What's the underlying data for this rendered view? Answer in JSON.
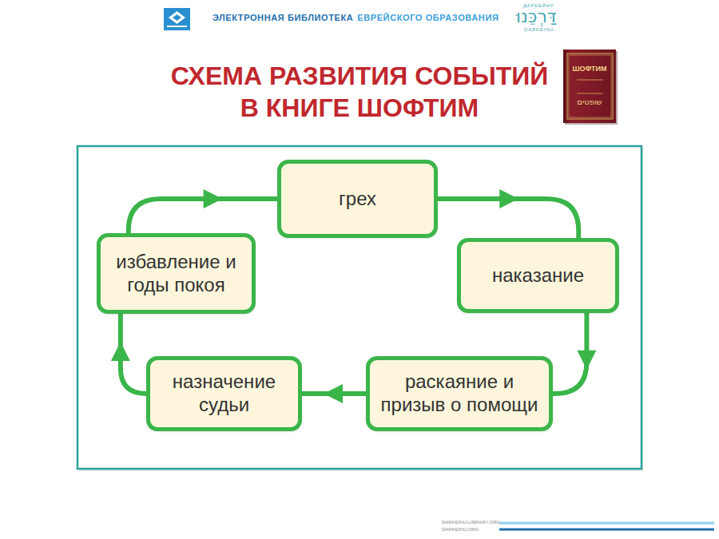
{
  "diagram": {
    "title": "СХЕМА РАЗВИТИЯ СОБЫТИЙ В КНИГЕ ШОФТИМ",
    "nodes": [
      {
        "text": [
          "грех"
        ]
      },
      {
        "text": [
          "наказание"
        ]
      },
      {
        "text": [
          "раскаяние и призыв о помощи"
        ]
      },
      {
        "text": [
          "назначение судьи"
        ]
      },
      {
        "text": [
          "избавление и годы покоя"
        ]
      }
    ],
    "edges": [
      {
        "from": 0,
        "to": 1,
        "arrow": "to"
      },
      {
        "from": 1,
        "to": 2,
        "arrow": "to"
      },
      {
        "from": 2,
        "to": 3,
        "arrow": "to"
      },
      {
        "from": 3,
        "to": 4,
        "arrow": "to"
      },
      {
        "from": 4,
        "to": 0,
        "arrow": "to"
      }
    ],
    "labels": [
      "ЭЛЕКТРОННАЯ БИБЛИОТЕКА",
      "ЕВРЕЙСКОГО ОБРАЗОВАНИЯ",
      "ДАРКЕЙНУ",
      "דַּרְכֵּנוּ",
      "DARKEINU",
      "ШОФТИМ",
      "שופטים",
      "DARKEINU-LIBRARY.ORG",
      "DARKEINU.ORG"
    ]
  }
}
